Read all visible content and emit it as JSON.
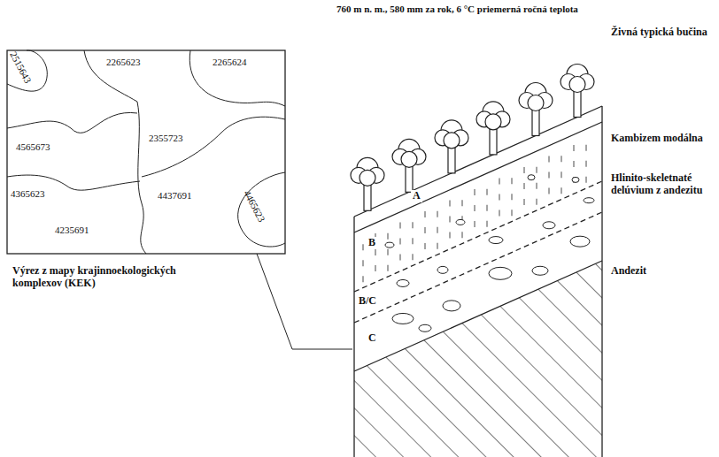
{
  "diagram": {
    "labels": [
      "760 m n. m., 580 mm za rok, 6 °C priemerná ročná teplota",
      "2265623",
      "2265624",
      "2515643",
      "2355723",
      "4565673",
      "4365623",
      "4437691",
      "4465623",
      "4235691",
      "Výrez z mapy krajinnoekologických komplexov (KEK)",
      "Živná typická bučina",
      "Kambizem modálna",
      "Hlinito-skeletnaté delúvium z andezitu",
      "Andezit",
      "A",
      "B",
      "B/C",
      "C"
    ]
  }
}
